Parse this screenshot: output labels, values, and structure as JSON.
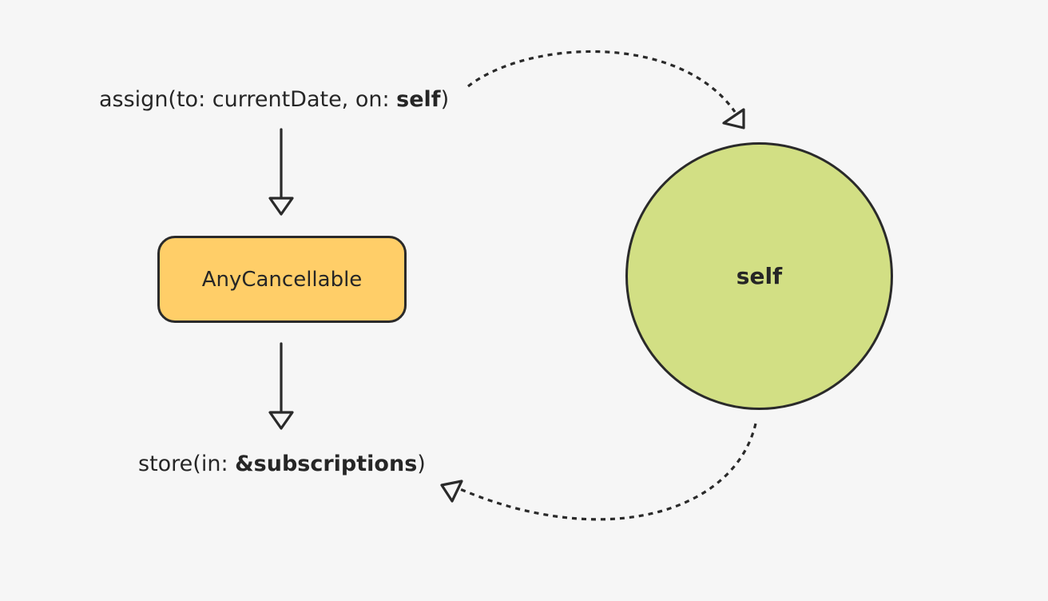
{
  "assign_call": {
    "prefix": "assign(to: currentDate, on: ",
    "bold": "self",
    "suffix": ")"
  },
  "store_call": {
    "prefix": "store(in: ",
    "bold": "&subscriptions",
    "suffix": ")"
  },
  "anycancellable_box": {
    "label": "AnyCancellable",
    "fill": "#ffce68"
  },
  "self_circle": {
    "label": "self",
    "fill": "#d2df84"
  },
  "colors": {
    "background": "#f6f6f6",
    "stroke": "#2a2a2a",
    "text": "#262626"
  }
}
